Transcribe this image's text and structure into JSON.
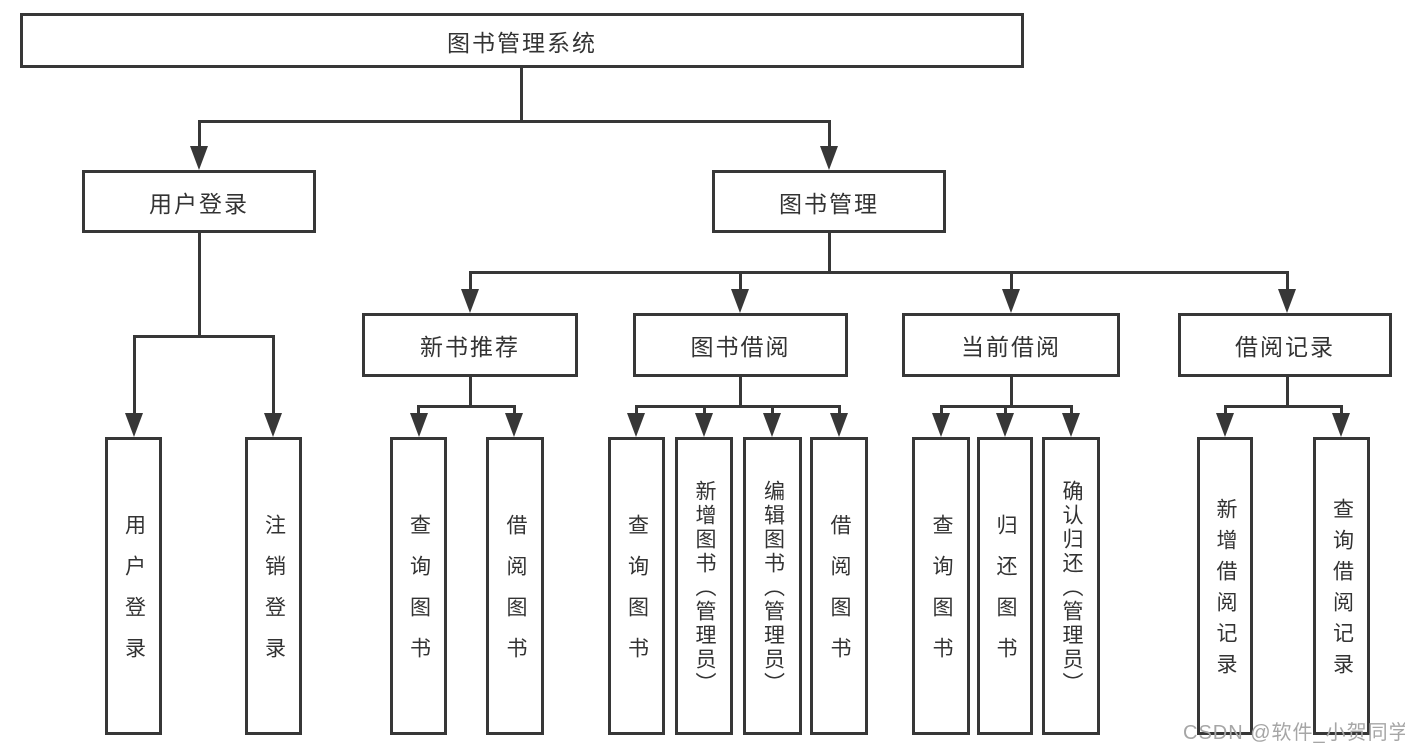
{
  "diagram": {
    "root": {
      "label": "图书管理系统"
    },
    "children": [
      {
        "label": "用户登录",
        "children": [
          {
            "label": "用户登录"
          },
          {
            "label": "注销登录"
          }
        ]
      },
      {
        "label": "图书管理",
        "children": [
          {
            "label": "新书推荐",
            "children": [
              {
                "label": "查询图书"
              },
              {
                "label": "借阅图书"
              }
            ]
          },
          {
            "label": "图书借阅",
            "children": [
              {
                "label": "查询图书"
              },
              {
                "label": "新增图书（管理员）"
              },
              {
                "label": "编辑图书（管理员）"
              },
              {
                "label": "借阅图书"
              }
            ]
          },
          {
            "label": "当前借阅",
            "children": [
              {
                "label": "查询图书"
              },
              {
                "label": "归还图书"
              },
              {
                "label": "确认归还（管理员）"
              }
            ]
          },
          {
            "label": "借阅记录",
            "children": [
              {
                "label": "新增借阅记录"
              },
              {
                "label": "查询借阅记录"
              }
            ]
          }
        ]
      }
    ]
  },
  "colors": {
    "line": "#373737",
    "text": "#333333",
    "watermark": "#a6a6a6",
    "background": "#ffffff"
  },
  "watermark": {
    "text": "CSDN @软件_小贺同学"
  }
}
